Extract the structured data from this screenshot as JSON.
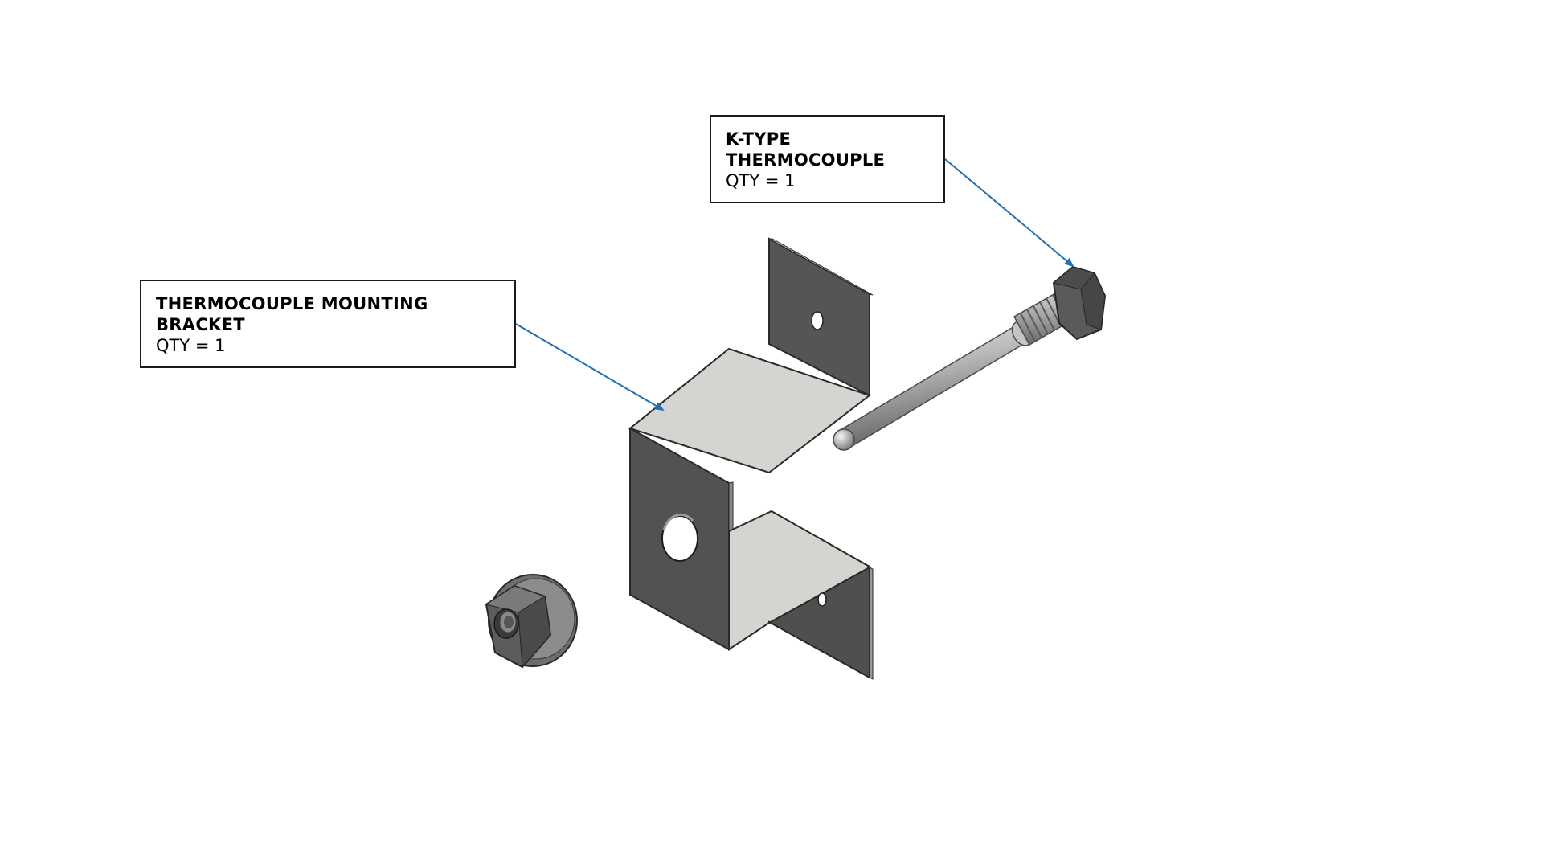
{
  "callouts": {
    "bracket": {
      "title": "THERMOCOUPLE MOUNTING\nBRACKET",
      "qty": "QTY = 1"
    },
    "thermocouple": {
      "title": "K-TYPE\nTHERMOCOUPLE",
      "qty": "QTY = 1"
    }
  },
  "colors": {
    "leader": "#1f6fb2",
    "metal_dark": "#555555",
    "metal_light": "#d6d4d0",
    "border": "#1a1a1a"
  }
}
